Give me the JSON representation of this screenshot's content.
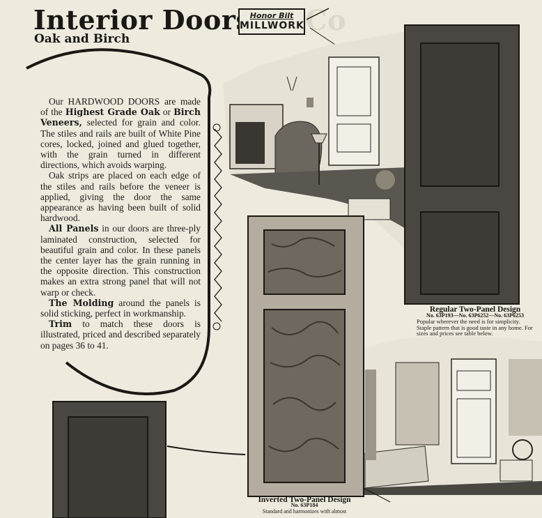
{
  "header": {
    "title": "Interior Doors",
    "subtitle": "Oak and Birch",
    "badge_line1": "Honor Bilt",
    "badge_line2": "MILLWORK"
  },
  "body": {
    "p1_a": "Our HARDWOOD DOORS are made of the ",
    "p1_b": "Highest Grade Oak",
    "p1_c": " or ",
    "p1_d": "Birch Veneers,",
    "p1_e": " selected for grain and color. The stiles and rails are built of White Pine cores, locked, joined and glued together, with the grain turned in different directions, which avoids warping.",
    "p2": "Oak strips are placed on each edge of the stiles and rails before the veneer is applied, giving the door the same appearance as having been built of solid hardwood.",
    "p3_a": "All Panels",
    "p3_b": " in our doors are three-ply laminated construction, selected for beautiful grain and color. In these panels the center layer has the grain running in the opposite direction. This construction makes an extra strong panel that will not warp or check.",
    "p4_a": "The Molding",
    "p4_b": " around the panels is solid sticking, perfect in workmanship.",
    "p5_a": "Trim",
    "p5_b": " to match these doors is illustrated, priced and described separately on pages 36 to 41."
  },
  "caption_right": {
    "heading": "Regular Two-Panel Design",
    "numbers": "No. 63P193—No. 63P6252—No. 63P6253",
    "text": "Popular wherever the need is for simplicity. Staple pattern that is good taste in any home. For sizes and prices see table below."
  },
  "caption_bottom": {
    "heading": "Inverted Two-Panel Design",
    "numbers": "No. 63P184",
    "text": "Standard and harmonizes with almost"
  },
  "faded_heading": "Co",
  "colors": {
    "paper": "#eeeade",
    "ink": "#1a1814",
    "door_dark": "#4a4742",
    "door_light": "#a9a296"
  }
}
